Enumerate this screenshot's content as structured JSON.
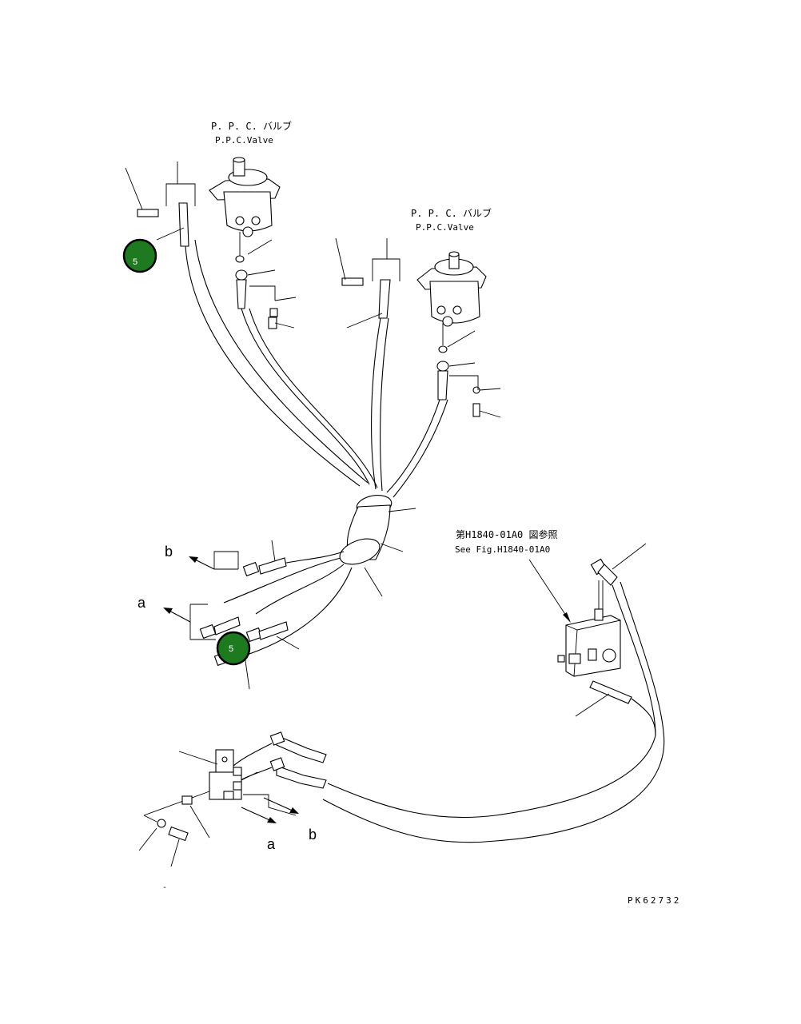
{
  "valve_labels": [
    {
      "jp": "P. P. C. バルブ",
      "en": "P.P.C.Valve"
    },
    {
      "jp": "P. P. C. バルブ",
      "en": "P.P.C.Valve"
    }
  ],
  "reference": {
    "jp": "第H1840-01A0 図参照",
    "en": "See Fig.H1840-01A0"
  },
  "port_letters": {
    "a_left": "a",
    "b_left": "b",
    "a_bottom": "a",
    "b_bottom": "b"
  },
  "callouts": [
    {
      "number": "5"
    },
    {
      "number": "5"
    }
  ],
  "drawing_number": "PK62732",
  "footnote_mark": "-",
  "colors": {
    "callout_fill": "#1e7a1e",
    "callout_border": "#000000",
    "line": "#000000"
  }
}
